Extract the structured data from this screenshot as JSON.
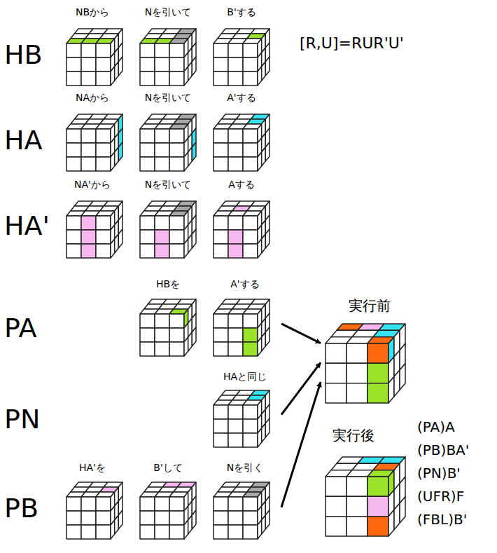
{
  "diagram": {
    "nodes": [
      {
        "text": [
          "A'する"
        ]
      },
      {
        "text": [
          "HAと同じ"
        ]
      },
      {
        "text": [
          "Nを引く"
        ]
      },
      {
        "text": [
          "実行前"
        ]
      }
    ],
    "edges": [
      {
        "from": 0,
        "to": 3,
        "arrow": "to"
      },
      {
        "from": 1,
        "to": 3,
        "arrow": "to"
      },
      {
        "from": 2,
        "to": 3,
        "arrow": "to"
      }
    ],
    "labels": [
      "HB",
      "HA",
      "HA'",
      "PA",
      "PN",
      "PB",
      "NBから",
      "Nを引いて",
      "B'する",
      "NAから",
      "Nを引いて",
      "A'する",
      "NA'から",
      "Nを引いて",
      "Aする",
      "HBを",
      "HA'を",
      "B'して",
      "[R,U]=RUR'U'",
      "実行後",
      "(PA)A",
      "(PB)BA'",
      "(PN)B'",
      "(UFR)F",
      "(FBL)B'"
    ]
  }
}
